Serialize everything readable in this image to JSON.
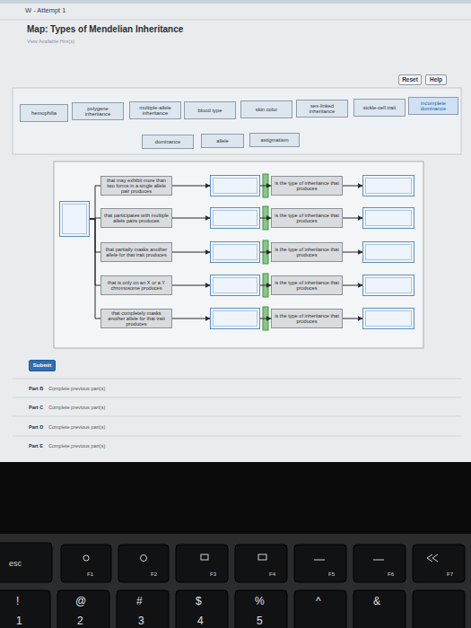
{
  "diagram": {
    "title": "Map: Types of Mendelian Inheritance",
    "nodes": [
      {
        "text": [
          "Reset"
        ]
      },
      {
        "text": [
          "Help"
        ]
      },
      {
        "text": [
          "hemophilia"
        ]
      },
      {
        "text": [
          "polygene inheritance"
        ]
      },
      {
        "text": [
          "multiple-allele inheritance"
        ]
      },
      {
        "text": [
          "blood type"
        ]
      },
      {
        "text": [
          "skin color"
        ]
      },
      {
        "text": [
          "sex-linked inheritance"
        ]
      },
      {
        "text": [
          "sickle-cell trait"
        ]
      },
      {
        "text": [
          "incomplete dominance"
        ]
      },
      {
        "text": [
          "dominance"
        ]
      },
      {
        "text": [
          "allele"
        ]
      },
      {
        "text": [
          "astigmatism"
        ]
      },
      {
        "text": []
      },
      {
        "text": [
          "that may exhibit more than two forms in a single allele pair produces"
        ]
      },
      {
        "text": [
          "that participates with multiple allele pairs produces"
        ]
      },
      {
        "text": [
          "that partially masks another allele for that trait produces"
        ]
      },
      {
        "text": [
          "that is only on an X or a Y chromosome produces"
        ]
      },
      {
        "text": [
          "that completely masks another allele for that trait produces"
        ]
      },
      {
        "text": []
      },
      {
        "text": []
      },
      {
        "text": []
      },
      {
        "text": []
      },
      {
        "text": []
      },
      {
        "text": [
          "is the type of inheritance that produces"
        ]
      },
      {
        "text": [
          "is the type of inheritance that produces"
        ]
      },
      {
        "text": [
          "is the type of inheritance that produces"
        ]
      },
      {
        "text": [
          "is the type of inheritance that produces"
        ]
      },
      {
        "text": [
          "is the type of inheritance that produces"
        ]
      },
      {
        "text": []
      },
      {
        "text": []
      },
      {
        "text": []
      },
      {
        "text": []
      },
      {
        "text": []
      },
      {
        "text": [
          "Submit"
        ]
      }
    ],
    "edges": [
      {
        "from": 13,
        "to": 14,
        "arrow": "none"
      },
      {
        "from": 13,
        "to": 15,
        "arrow": "none"
      },
      {
        "from": 13,
        "to": 16,
        "arrow": "none"
      },
      {
        "from": 13,
        "to": 17,
        "arrow": "none"
      },
      {
        "from": 13,
        "to": 18,
        "arrow": "none"
      },
      {
        "from": 14,
        "to": 19,
        "arrow": "to"
      },
      {
        "from": 15,
        "to": 20,
        "arrow": "to"
      },
      {
        "from": 16,
        "to": 21,
        "arrow": "to"
      },
      {
        "from": 17,
        "to": 22,
        "arrow": "to"
      },
      {
        "from": 18,
        "to": 23,
        "arrow": "to"
      },
      {
        "from": 19,
        "to": 24,
        "arrow": "to"
      },
      {
        "from": 20,
        "to": 25,
        "arrow": "to"
      },
      {
        "from": 21,
        "to": 26,
        "arrow": "to"
      },
      {
        "from": 22,
        "to": 27,
        "arrow": "to"
      },
      {
        "from": 23,
        "to": 28,
        "arrow": "to"
      },
      {
        "from": 24,
        "to": 29,
        "arrow": "to"
      },
      {
        "from": 25,
        "to": 30,
        "arrow": "to"
      },
      {
        "from": 26,
        "to": 31,
        "arrow": "to"
      },
      {
        "from": 27,
        "to": 32,
        "arrow": "to"
      },
      {
        "from": 28,
        "to": 33,
        "arrow": "to"
      }
    ],
    "labels": [
      "W - Attempt 1",
      "View Available Hint(s)",
      "Part B",
      "Complete previous part(s)",
      "Part C",
      "Complete previous part(s)",
      "Part D",
      "Complete previous part(s)",
      "Part E",
      "Complete previous part(s)",
      "esc",
      "F1",
      "F2",
      "F3",
      "F4",
      "F5",
      "F6",
      "F7",
      "!",
      "1",
      "@",
      "2",
      "#",
      "3",
      "$",
      "4",
      "%",
      "5",
      "^",
      "&"
    ]
  }
}
